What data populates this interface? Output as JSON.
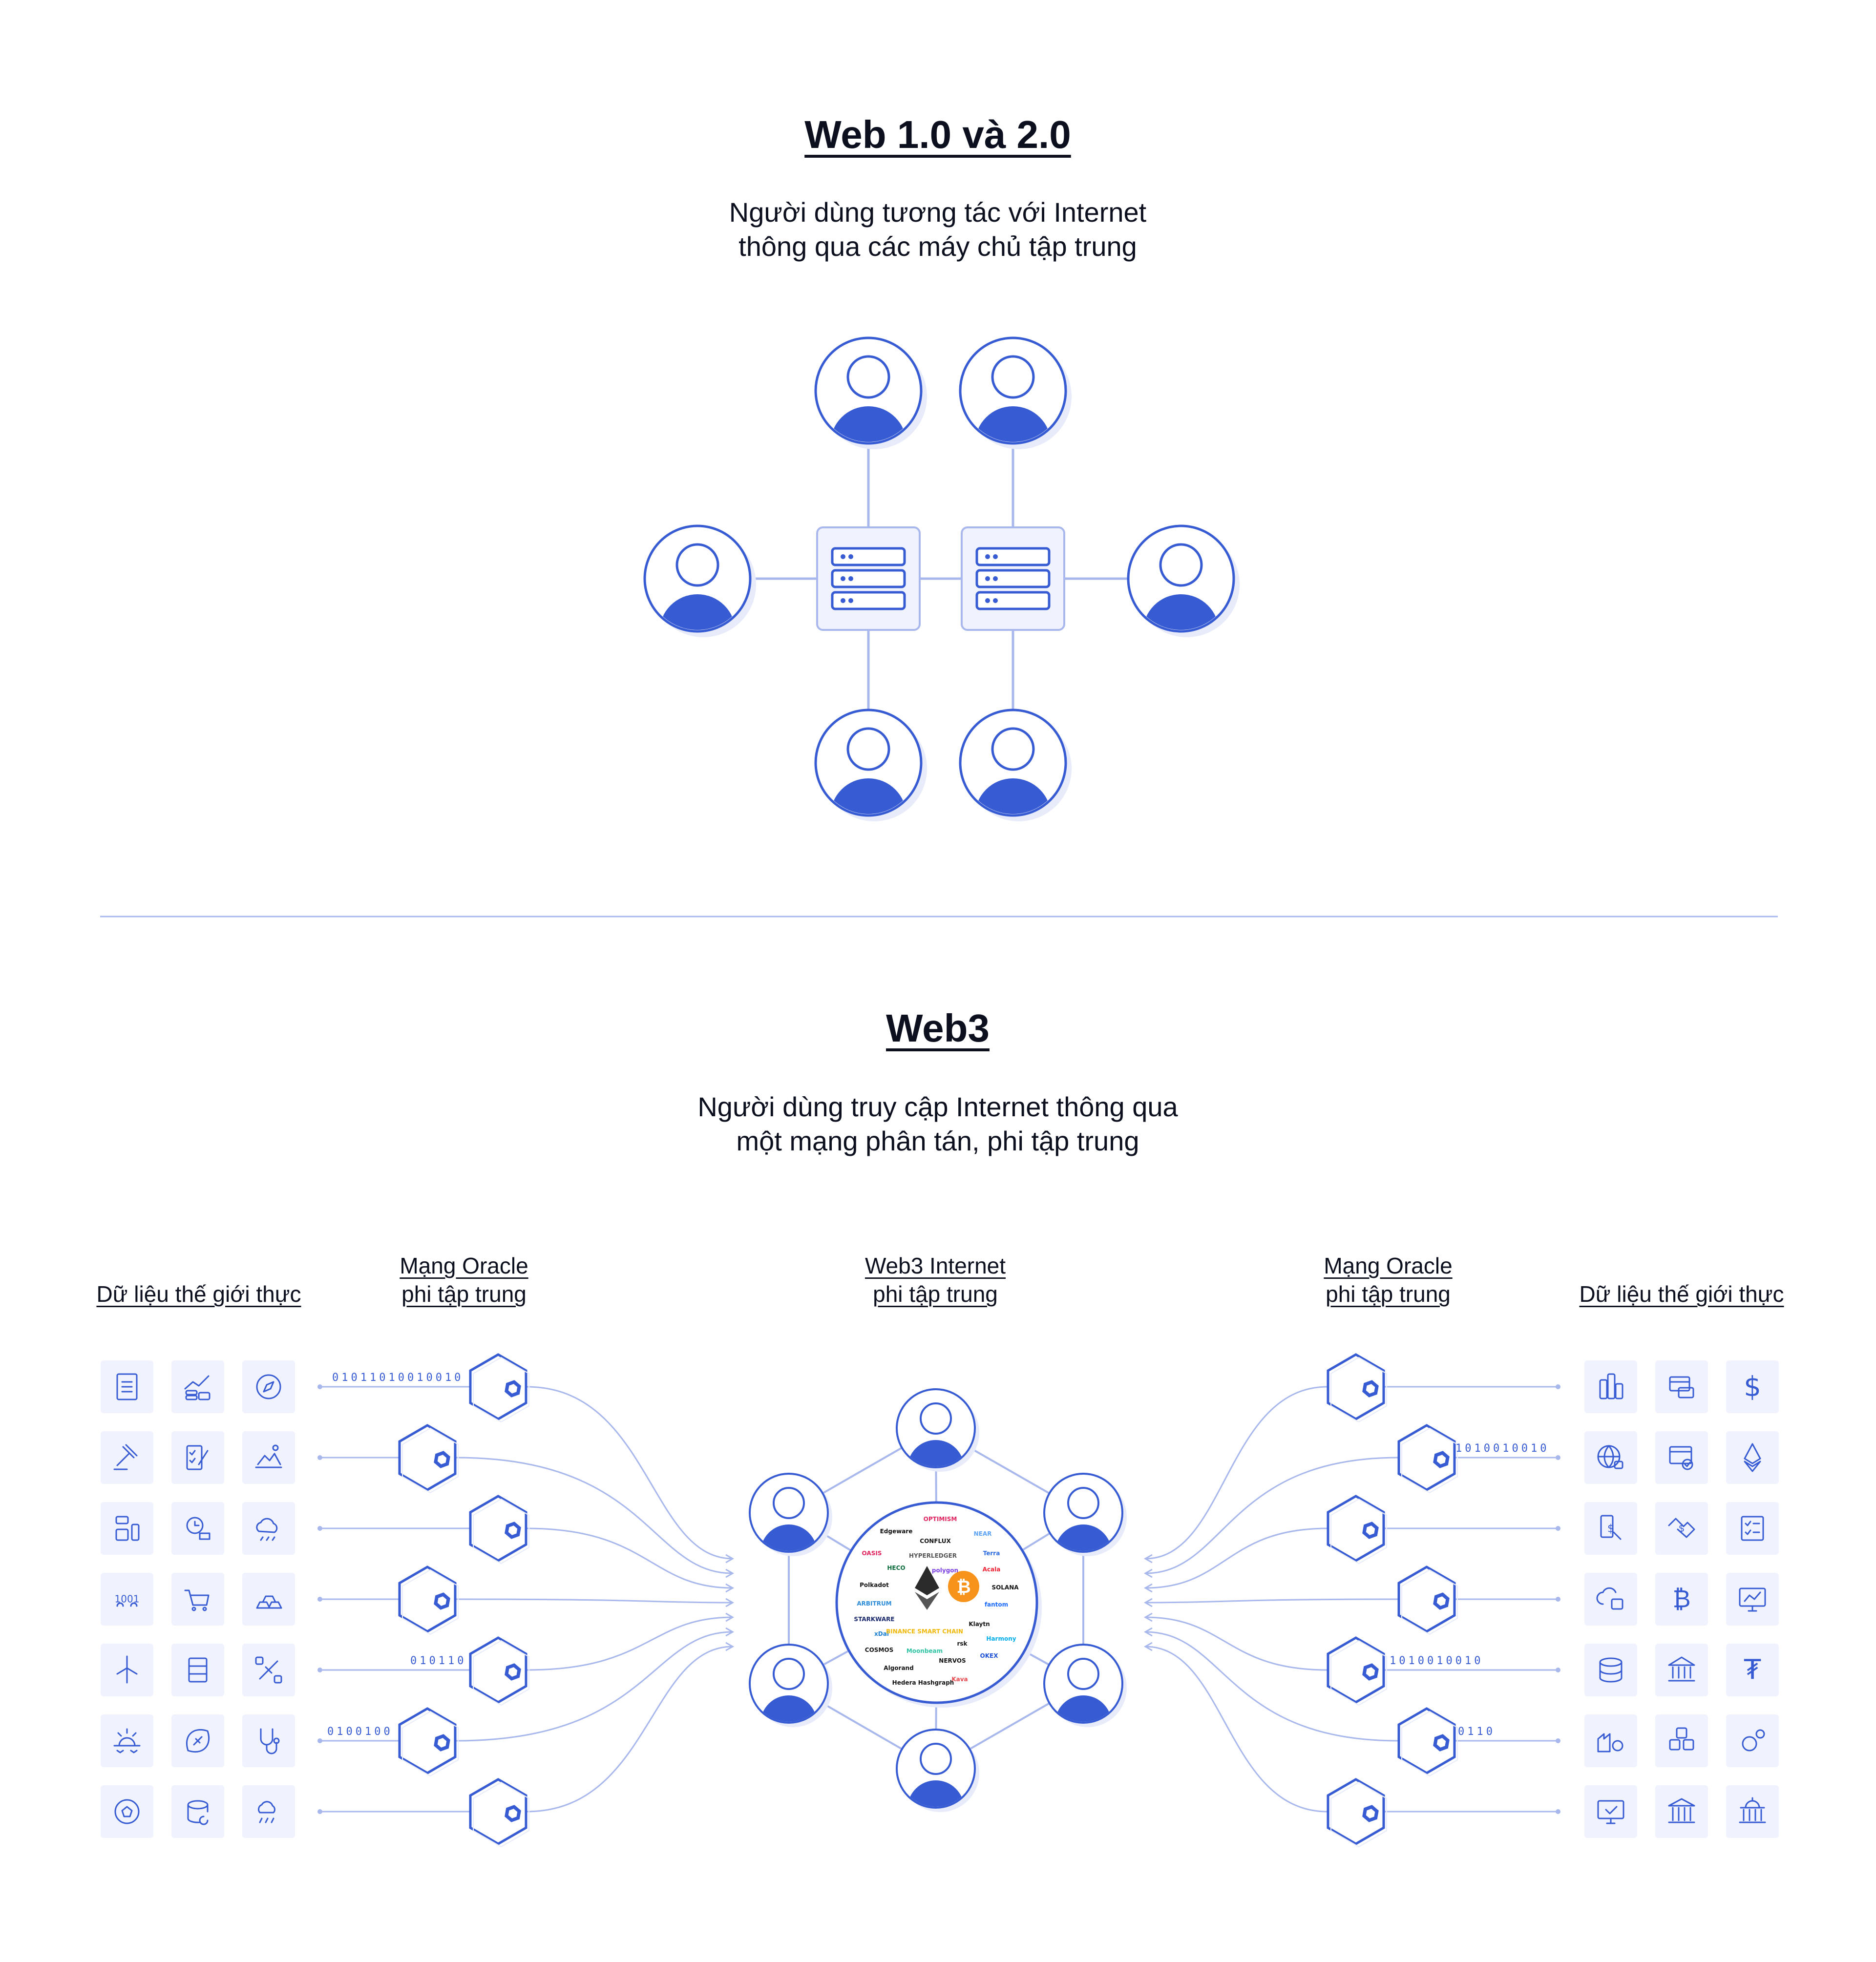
{
  "web2": {
    "title": "Web 1.0 và 2.0",
    "subtitle_line1": "Người dùng tương tác với Internet",
    "subtitle_line2": "thông qua các máy chủ tập trung"
  },
  "web3": {
    "title": "Web3",
    "subtitle_line1": "Người dùng truy cập Internet thông qua",
    "subtitle_line2": "một mạng phân tán, phi tập trung"
  },
  "columns": {
    "left_data_label": "Dữ liệu thế giới thực",
    "left_oracle_line1": "Mạng Oracle",
    "left_oracle_line2": "phi tập trung",
    "center_line1": "Web3 Internet",
    "center_line2": "phi tập trung",
    "right_oracle_line1": "Mạng Oracle",
    "right_oracle_line2": "phi tập trung",
    "right_data_label": "Dữ liệu thế giới thực"
  },
  "binary_streams": {
    "left": [
      "01011010010010",
      "010110",
      "0100100"
    ],
    "right": [
      "1010010010",
      "1010010010",
      "0110"
    ]
  },
  "chain_logos": [
    "OPTIMISM",
    "Edgeware",
    "CONFLUX",
    "NEAR",
    "OASIS",
    "HYPERLEDGER",
    "Terra",
    "HECO",
    "polygon",
    "Acala",
    "Polkadot",
    "SOLANA",
    "ARBITRUM",
    "fantom",
    "STARKWARE",
    "Klaytn",
    "xDai",
    "BINANCE SMART CHAIN",
    "rsk",
    "Harmony",
    "COSMOS",
    "Moonbeam",
    "NERVOS",
    "OKEX",
    "Algorand",
    "Hedera Hashgraph",
    "Kava"
  ],
  "left_icons": [
    "invoice-icon",
    "growth-coins-icon",
    "compass-icon",
    "gavel-icon",
    "checklist-edit-icon",
    "landscape-icon",
    "devices-icon",
    "delivery-clock-icon",
    "weather-cloud-icon",
    "binary-users-icon",
    "shopping-cart-icon",
    "gold-bars-icon",
    "wind-turbine-icon",
    "barrel-icon",
    "satellite-icon",
    "sunrise-icon",
    "football-icon",
    "stethoscope-icon",
    "soccer-ball-icon",
    "database-sync-icon",
    "rain-icon"
  ],
  "right_icons": [
    "city-buildings-icon",
    "payment-card-icon",
    "dollar-icon",
    "globe-lock-icon",
    "card-check-icon",
    "ethereum-icon",
    "mobile-payment-icon",
    "handshake-icon",
    "checklist-icon",
    "cloud-lock-icon",
    "bitcoin-icon",
    "monitor-chart-icon",
    "database-icon",
    "bank-icon",
    "tether-icon",
    "factory-gear-icon",
    "cubes-icon",
    "gears-icon",
    "monitor-check-icon",
    "government-icon",
    "capitol-icon"
  ],
  "colors": {
    "primary": "#375bd2",
    "line": "#a9b8ec",
    "tile": "#f0f3fd",
    "text": "#0b0f1e"
  }
}
